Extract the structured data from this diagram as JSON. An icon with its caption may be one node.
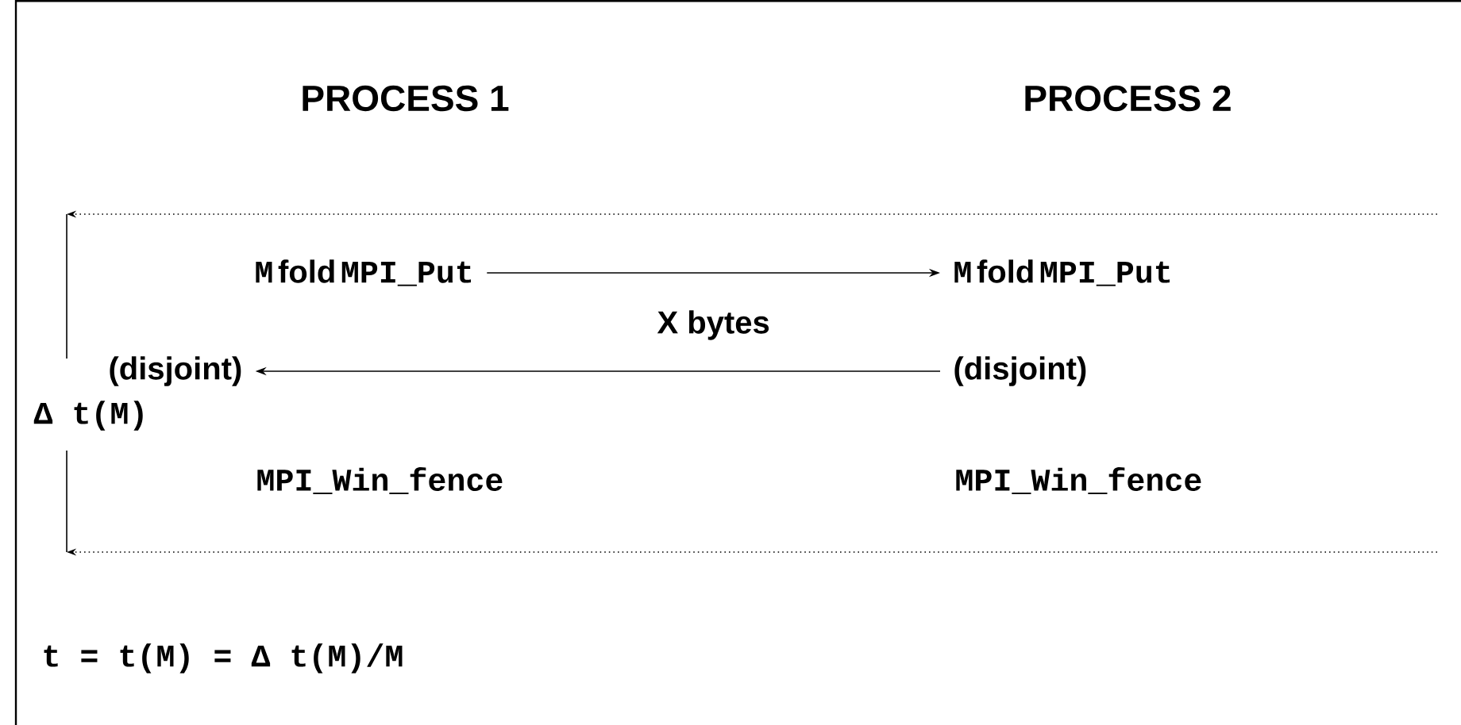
{
  "diagram": {
    "nodes": [
      {
        "text": [
          "M",
          "fold",
          "MPI_Put"
        ]
      },
      {
        "text": [
          "M",
          "fold",
          "MPI_Put"
        ]
      },
      {
        "text": [
          "(disjoint)"
        ]
      },
      {
        "text": [
          "(disjoint)"
        ]
      }
    ],
    "edges": [
      {
        "from": 0,
        "to": 1,
        "arrow": "to",
        "label": "X bytes"
      },
      {
        "from": 3,
        "to": 2,
        "arrow": "to"
      }
    ],
    "labels": [
      "PROCESS 1",
      "PROCESS 2",
      "MPI_Win_fence",
      "MPI_Win_fence",
      "Δ t(M)",
      "t = t(M) = Δ t(M)/M"
    ]
  }
}
